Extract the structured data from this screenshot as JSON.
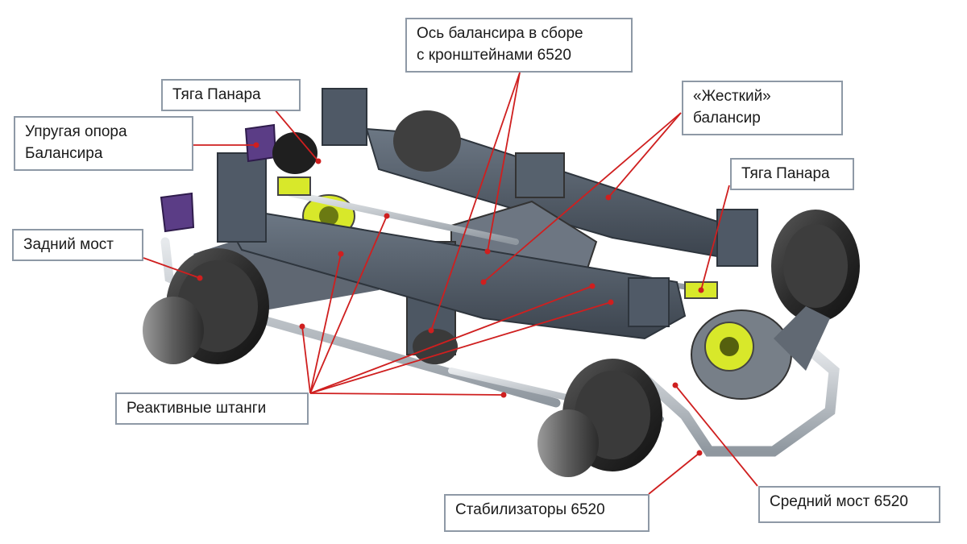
{
  "colors": {
    "leader": "#cf1f1f",
    "box_border": "#8e99a6",
    "steel": "#5d6875",
    "steel_dark": "#3b434d",
    "drum": "#2a2a2a",
    "rod": "#c4cad1",
    "highlight_yellow": "#d8e82a",
    "bracket_purple": "#5b3d86"
  },
  "labels": {
    "balancer_axis": {
      "line1": "Ось балансира в сборе",
      "line2": "с кронштейнами 6520"
    },
    "panhard_rod_left": {
      "line1": "Тяга Панара"
    },
    "elastic_support": {
      "line1": "Упругая опора",
      "line2": "Балансира"
    },
    "rigid_balancer": {
      "line1": "«Жесткий»",
      "line2": "балансир"
    },
    "panhard_rod_right": {
      "line1": "Тяга Панара"
    },
    "rear_axle": {
      "line1": "Задний мост"
    },
    "reaction_rods": {
      "line1": "Реактивные штанги"
    },
    "stabilizers": {
      "line1": "Стабилизаторы 6520"
    },
    "middle_axle": {
      "line1": "Средний мост 6520"
    }
  },
  "icons": [
    "axle-drum-icon",
    "balancer-beam-icon",
    "reaction-rod-icon",
    "stabilizer-bar-icon",
    "differential-housing-icon"
  ]
}
